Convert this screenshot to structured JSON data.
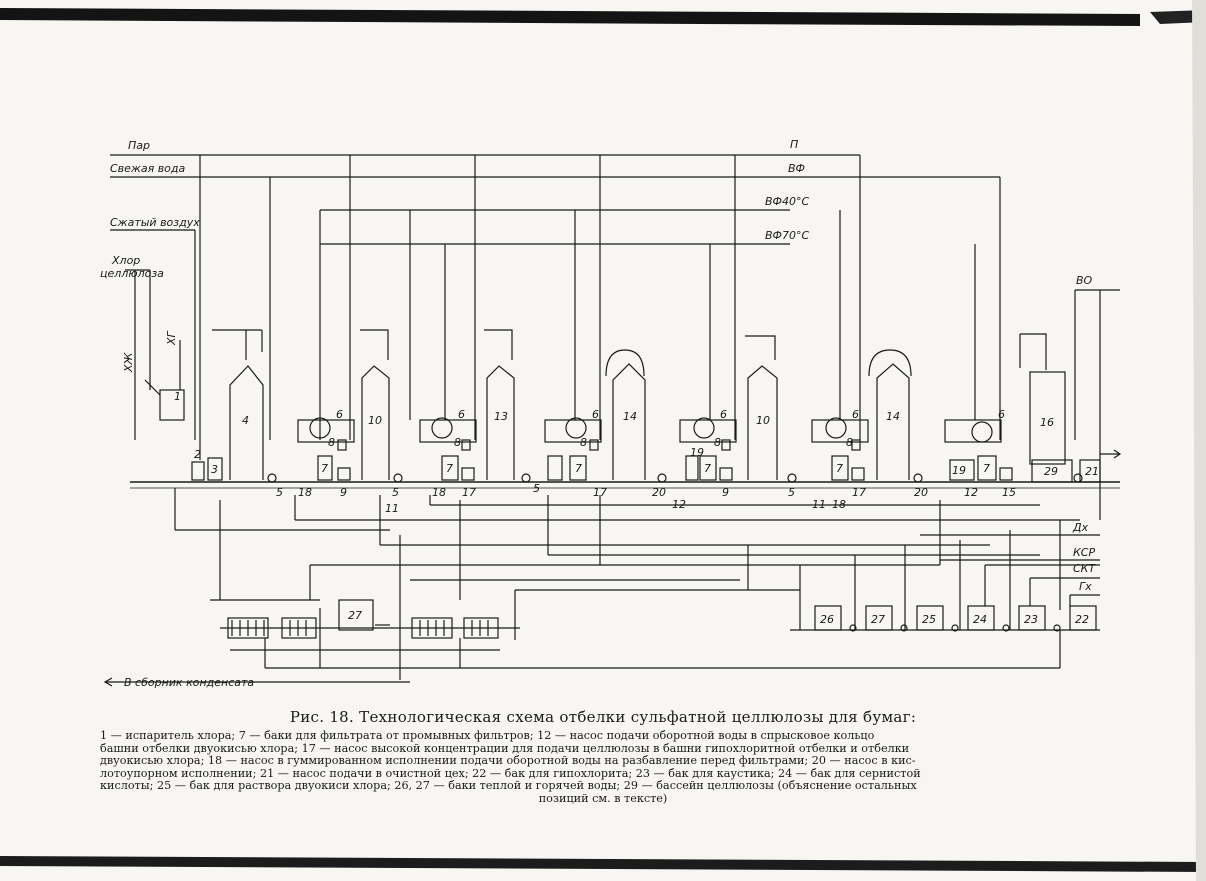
{
  "flow_labels": {
    "steam": "Пар",
    "fresh_water": "Свежая вода",
    "compressed_air": "Сжатый воздух",
    "chlorine": "Хлор",
    "pulp": "целлюлоза",
    "xg": "ХГ",
    "xzh": "ХЖ",
    "p": "П",
    "vf": "ВФ",
    "vf40": "ВФ40°С",
    "vf70": "ВФ70°С",
    "vo": "ВО",
    "dx": "Дх",
    "ksr": "КСР",
    "skt": "СКТ",
    "gx": "Гх",
    "condensate": "В сборник конденсата"
  },
  "towers": [
    "4",
    "10",
    "13",
    "14",
    "10",
    "14",
    "16"
  ],
  "filter_tags": [
    "6",
    "6",
    "6",
    "6",
    "6",
    "6"
  ],
  "small_tags": {
    "t1": "1",
    "t2": "2",
    "t3": "3",
    "t8": "8",
    "t19": "19",
    "t29": "29"
  },
  "tank7": "7",
  "ground_numbers": [
    "5",
    "18",
    "9",
    "5",
    "18",
    "17",
    "11",
    "5",
    "17",
    "20",
    "12",
    "9",
    "5",
    "11",
    "18",
    "17",
    "20",
    "12",
    "15",
    "21"
  ],
  "bottom_tanks": [
    "27",
    "26",
    "27",
    "25",
    "24",
    "23",
    "22"
  ],
  "caption": {
    "title": "Рис. 18. Технологическая схема отбелки сульфатной целлюлозы для бумаг:",
    "legend": [
      "1 — испаритель хлора; 7 — баки для фильтрата от промывных фильтров; 12 — насос подачи оборотной воды в спрысковое кольцо",
      "башни отбелки двуокисью хлора; 17 — насос высокой концентрации для подачи целлюлозы в башни гипохлоритной отбелки и отбелки",
      "двуокисью хлора; 18 — насос в гуммированном исполнении подачи оборотной воды на разбавление перед фильтрами; 20 — насос в кис-",
      "лотоупорном исполнении; 21 — насос подачи в очистной цех; 22 — бак для гипохлорита; 23 — бак для каустика; 24 — бак для сернистой",
      "кислоты; 25 — бак для раствора двуокиси хлора; 26, 27 — баки теплой и горячей воды; 29 — бассейн целлюлозы (объяснение остальных",
      "позиций см. в тексте)"
    ]
  }
}
